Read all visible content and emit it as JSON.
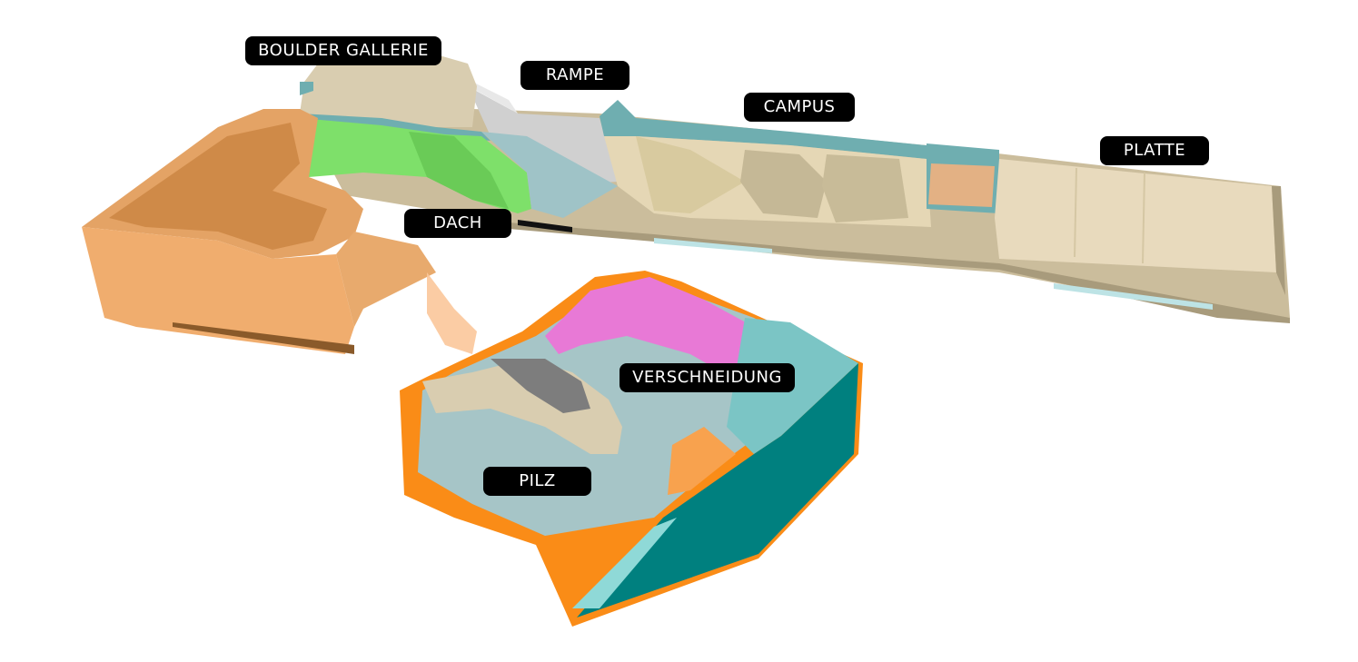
{
  "labels": {
    "boulder_gallerie": "BOULDER GALLERIE",
    "rampe": "RAMPE",
    "campus": "CAMPUS",
    "platte": "PLATTE",
    "dach": "DACH",
    "verschneidung": "VERSCHNEIDUNG",
    "pilz": "PILZ"
  },
  "colors": {
    "label_bg": "#000000",
    "label_text": "#ffffff",
    "orange_wall": "#f0a867",
    "green_wall": "#7ee06a",
    "beige_wall": "#d9cdb0",
    "teal_wall": "#6faeb0",
    "floor_grey": "#a6c5c7",
    "pink_wall": "#e879d6",
    "dark_teal": "#00807f",
    "orange_base": "#fa8c17"
  }
}
